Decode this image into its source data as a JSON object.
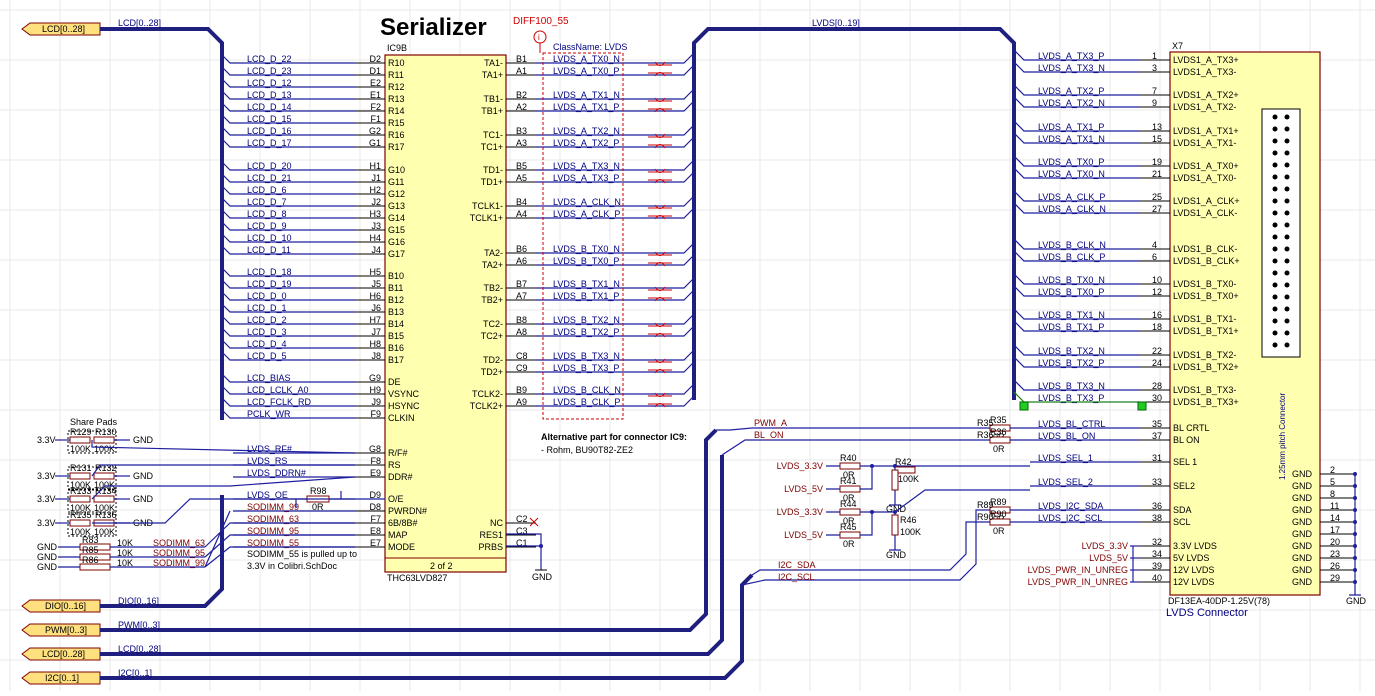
{
  "title": "Serializer",
  "ports_left": [
    {
      "label": "LCD[0..28]",
      "net": "LCD[0..28]"
    },
    {
      "label": "DIO[0..16]",
      "net": "DIO[0..16]"
    },
    {
      "label": "PWM[0..3]",
      "net": "PWM[0..3]"
    },
    {
      "label": "LCD[0..28]",
      "net": "LCD[0..28]"
    },
    {
      "label": "I2C[0..1]",
      "net": "I2C[0..1]"
    }
  ],
  "ic9": {
    "designator": "IC9B",
    "part": "THC63LVD827",
    "page": "2 of 2",
    "left_pins": [
      {
        "net": "LCD_D_22",
        "num": "D2",
        "name": "R10"
      },
      {
        "net": "LCD_D_23",
        "num": "D1",
        "name": "R11"
      },
      {
        "net": "LCD_D_12",
        "num": "E2",
        "name": "R12"
      },
      {
        "net": "LCD_D_13",
        "num": "E1",
        "name": "R13"
      },
      {
        "net": "LCD_D_14",
        "num": "F2",
        "name": "R14"
      },
      {
        "net": "LCD_D_15",
        "num": "F1",
        "name": "R15"
      },
      {
        "net": "LCD_D_16",
        "num": "G2",
        "name": "R16"
      },
      {
        "net": "LCD_D_17",
        "num": "G1",
        "name": "R17"
      },
      {
        "net": "LCD_D_20",
        "num": "H1",
        "name": "G10"
      },
      {
        "net": "LCD_D_21",
        "num": "J1",
        "name": "G11"
      },
      {
        "net": "LCD_D_6",
        "num": "H2",
        "name": "G12"
      },
      {
        "net": "LCD_D_7",
        "num": "J2",
        "name": "G13"
      },
      {
        "net": "LCD_D_8",
        "num": "H3",
        "name": "G14"
      },
      {
        "net": "LCD_D_9",
        "num": "J3",
        "name": "G15"
      },
      {
        "net": "LCD_D_10",
        "num": "H4",
        "name": "G16"
      },
      {
        "net": "LCD_D_11",
        "num": "J4",
        "name": "G17"
      },
      {
        "net": "LCD_D_18",
        "num": "H5",
        "name": "B10"
      },
      {
        "net": "LCD_D_19",
        "num": "J5",
        "name": "B11"
      },
      {
        "net": "LCD_D_0",
        "num": "H6",
        "name": "B12"
      },
      {
        "net": "LCD_D_1",
        "num": "J6",
        "name": "B13"
      },
      {
        "net": "LCD_D_2",
        "num": "H7",
        "name": "B14"
      },
      {
        "net": "LCD_D_3",
        "num": "J7",
        "name": "B15"
      },
      {
        "net": "LCD_D_4",
        "num": "H8",
        "name": "B16"
      },
      {
        "net": "LCD_D_5",
        "num": "J8",
        "name": "B17"
      },
      {
        "net": "LCD_BIAS",
        "num": "G9",
        "name": "DE"
      },
      {
        "net": "LCD_LCLK_A0",
        "num": "H9",
        "name": "VSYNC"
      },
      {
        "net": "LCD_FCLK_RD",
        "num": "J9",
        "name": "HSYNC"
      },
      {
        "net": "PCLK_WR",
        "num": "F9",
        "name": "CLKIN"
      },
      {
        "net": "LVDS_RF#",
        "num": "G8",
        "name": "R/F#"
      },
      {
        "net": "LVDS_RS",
        "num": "F8",
        "name": "RS"
      },
      {
        "net": "LVDS_DDRN#",
        "num": "E9",
        "name": "DDR#"
      },
      {
        "net": "LVDS_OE",
        "num": "D9",
        "name": "O/E"
      },
      {
        "net": "SODIMM_99",
        "num": "D8",
        "name": "PWRDN#"
      },
      {
        "net": "SODIMM_63",
        "num": "F7",
        "name": "6B/8B#"
      },
      {
        "net": "SODIMM_95",
        "num": "E8",
        "name": "MAP"
      },
      {
        "net": "SODIMM_55",
        "num": "E7",
        "name": "MODE"
      }
    ],
    "right_pins": [
      {
        "name": "TA1-",
        "num": "B1",
        "net": "LVDS_A_TX0_N"
      },
      {
        "name": "TA1+",
        "num": "A1",
        "net": "LVDS_A_TX0_P"
      },
      {
        "name": "TB1-",
        "num": "B2",
        "net": "LVDS_A_TX1_N"
      },
      {
        "name": "TB1+",
        "num": "A2",
        "net": "LVDS_A_TX1_P"
      },
      {
        "name": "TC1-",
        "num": "B3",
        "net": "LVDS_A_TX2_N"
      },
      {
        "name": "TC1+",
        "num": "A3",
        "net": "LVDS_A_TX2_P"
      },
      {
        "name": "TD1-",
        "num": "B5",
        "net": "LVDS_A_TX3_N"
      },
      {
        "name": "TD1+",
        "num": "A5",
        "net": "LVDS_A_TX3_P"
      },
      {
        "name": "TCLK1-",
        "num": "B4",
        "net": "LVDS_A_CLK_N"
      },
      {
        "name": "TCLK1+",
        "num": "A4",
        "net": "LVDS_A_CLK_P"
      },
      {
        "name": "TA2-",
        "num": "B6",
        "net": "LVDS_B_TX0_N"
      },
      {
        "name": "TA2+",
        "num": "A6",
        "net": "LVDS_B_TX0_P"
      },
      {
        "name": "TB2-",
        "num": "B7",
        "net": "LVDS_B_TX1_N"
      },
      {
        "name": "TB2+",
        "num": "A7",
        "net": "LVDS_B_TX1_P"
      },
      {
        "name": "TC2-",
        "num": "B8",
        "net": "LVDS_B_TX2_N"
      },
      {
        "name": "TC2+",
        "num": "A8",
        "net": "LVDS_B_TX2_P"
      },
      {
        "name": "TD2-",
        "num": "C8",
        "net": "LVDS_B_TX3_N"
      },
      {
        "name": "TD2+",
        "num": "C9",
        "net": "LVDS_B_TX3_P"
      },
      {
        "name": "TCLK2-",
        "num": "B9",
        "net": "LVDS_B_CLK_N"
      },
      {
        "name": "TCLK2+",
        "num": "A9",
        "net": "LVDS_B_CLK_P"
      },
      {
        "name": "NC",
        "num": "C2",
        "net": ""
      },
      {
        "name": "RES1",
        "num": "C3",
        "net": ""
      },
      {
        "name": "PRBS",
        "num": "C1",
        "net": ""
      }
    ]
  },
  "diff_directive": {
    "name": "DIFF100_55",
    "classname": "ClassName: LVDS"
  },
  "alt_note": {
    "title": "Alternative part for connector IC9:",
    "body": "- Rohm, BU90T82-ZE2"
  },
  "sodimm_note": [
    "SODIMM_55 is pulled up to",
    "3.3V in Colibri.SchDoc"
  ],
  "share_pads_label": "Share Pads",
  "pullups": [
    {
      "left": "R129",
      "right": "R130",
      "lval": "100K",
      "rval": "100K"
    },
    {
      "left": "R131",
      "right": "R132",
      "lval": "100K",
      "rval": "100K"
    },
    {
      "left": "R133",
      "right": "R134",
      "lval": "100K",
      "rval": "100K"
    },
    {
      "left": "R135",
      "right": "R136",
      "lval": "100K",
      "rval": "100K"
    }
  ],
  "gnd_resistors": [
    {
      "ref": "R83",
      "val": "10K",
      "net": "SODIMM_63"
    },
    {
      "ref": "R85",
      "val": "10K",
      "net": "SODIMM_95"
    },
    {
      "ref": "R86",
      "val": "10K",
      "net": "SODIMM_99"
    }
  ],
  "r98": {
    "ref": "R98",
    "val": "0R"
  },
  "v33": "3.3V",
  "gnd": "GND",
  "bus_labels": {
    "lcd_top": "LCD[0..28]",
    "lvds": "LVDS[0..19]",
    "dio": "DIO[0..16]",
    "pwm": "PWM[0..3]",
    "lcd_bot": "LCD[0..28]",
    "i2c": "I2C[0..1]"
  },
  "connector": {
    "designator": "X7",
    "part": "DF13EA-40DP-1.25V(78)",
    "title": "LVDS Connector",
    "body_label": "1.25mm pitch Connector",
    "pins": [
      {
        "net": "LVDS_A_TX3_P",
        "num": "1",
        "name": "LVDS1_A_TX3+"
      },
      {
        "net": "LVDS_A_TX3_N",
        "num": "3",
        "name": "LVDS1_A_TX3-"
      },
      {
        "net": "LVDS_A_TX2_P",
        "num": "7",
        "name": "LVDS1_A_TX2+"
      },
      {
        "net": "LVDS_A_TX2_N",
        "num": "9",
        "name": "LVDS1_A_TX2-"
      },
      {
        "net": "LVDS_A_TX1_P",
        "num": "13",
        "name": "LVDS1_A_TX1+"
      },
      {
        "net": "LVDS_A_TX1_N",
        "num": "15",
        "name": "LVDS1_A_TX1-"
      },
      {
        "net": "LVDS_A_TX0_P",
        "num": "19",
        "name": "LVDS1_A_TX0+"
      },
      {
        "net": "LVDS_A_TX0_N",
        "num": "21",
        "name": "LVDS1_A_TX0-"
      },
      {
        "net": "LVDS_A_CLK_P",
        "num": "25",
        "name": "LVDS1_A_CLK+"
      },
      {
        "net": "LVDS_A_CLK_N",
        "num": "27",
        "name": "LVDS1_A_CLK-"
      },
      {
        "net": "LVDS_B_CLK_N",
        "num": "4",
        "name": "LVDS1_B_CLK-"
      },
      {
        "net": "LVDS_B_CLK_P",
        "num": "6",
        "name": "LVDS1_B_CLK+"
      },
      {
        "net": "LVDS_B_TX0_N",
        "num": "10",
        "name": "LVDS1_B_TX0-"
      },
      {
        "net": "LVDS_B_TX0_P",
        "num": "12",
        "name": "LVDS1_B_TX0+"
      },
      {
        "net": "LVDS_B_TX1_N",
        "num": "16",
        "name": "LVDS1_B_TX1-"
      },
      {
        "net": "LVDS_B_TX1_P",
        "num": "18",
        "name": "LVDS1_B_TX1+"
      },
      {
        "net": "LVDS_B_TX2_N",
        "num": "22",
        "name": "LVDS1_B_TX2-"
      },
      {
        "net": "LVDS_B_TX2_P",
        "num": "24",
        "name": "LVDS1_B_TX2+"
      },
      {
        "net": "LVDS_B_TX3_N",
        "num": "28",
        "name": "LVDS1_B_TX3-"
      },
      {
        "net": "LVDS_B_TX3_P",
        "num": "30",
        "name": "LVDS1_B_TX3+"
      },
      {
        "net": "LVDS_BL_CTRL",
        "num": "35",
        "name": "BL CRTL"
      },
      {
        "net": "LVDS_BL_ON",
        "num": "37",
        "name": "BL ON"
      },
      {
        "net": "LVDS_SEL_1",
        "num": "31",
        "name": "SEL 1"
      },
      {
        "net": "LVDS_SEL_2",
        "num": "33",
        "name": "SEL2"
      },
      {
        "net": "LVDS_I2C_SDA",
        "num": "36",
        "name": "SDA"
      },
      {
        "net": "LVDS_I2C_SCL",
        "num": "38",
        "name": "SCL"
      },
      {
        "net": "LVDS_3.3V",
        "num": "32",
        "name": "3.3V LVDS"
      },
      {
        "net": "LVDS_5V",
        "num": "34",
        "name": "5V LVDS"
      },
      {
        "net": "LVDS_PWR_IN_UNREG",
        "num": "39",
        "name": "12V LVDS"
      },
      {
        "net": "LVDS_PWR_IN_UNREG",
        "num": "40",
        "name": "12V LVDS"
      }
    ],
    "gnd_pins": [
      "2",
      "5",
      "8",
      "11",
      "14",
      "17",
      "20",
      "23",
      "26",
      "29"
    ]
  },
  "series_res": [
    {
      "ref": "R35",
      "val": "0R",
      "net_in": "PWM_A"
    },
    {
      "ref": "R36",
      "val": "0R",
      "net_in": "BL_ON"
    },
    {
      "ref": "R89",
      "val": "0R",
      "net_in": ""
    },
    {
      "ref": "R90",
      "val": "0R",
      "net_in": ""
    }
  ],
  "sel_res": [
    {
      "ref": "R40",
      "val": "0R",
      "net": "LVDS_3.3V"
    },
    {
      "ref": "R41",
      "val": "0R",
      "net": "LVDS_5V"
    },
    {
      "ref": "R42",
      "val": "100K",
      "net": ""
    },
    {
      "ref": "R44",
      "val": "0R",
      "net": "LVDS_3.3V"
    },
    {
      "ref": "R45",
      "val": "0R",
      "net": "LVDS_5V"
    },
    {
      "ref": "R46",
      "val": "100K",
      "net": ""
    }
  ],
  "i2c_nets": [
    "I2C_SDA",
    "I2C_SCL"
  ]
}
